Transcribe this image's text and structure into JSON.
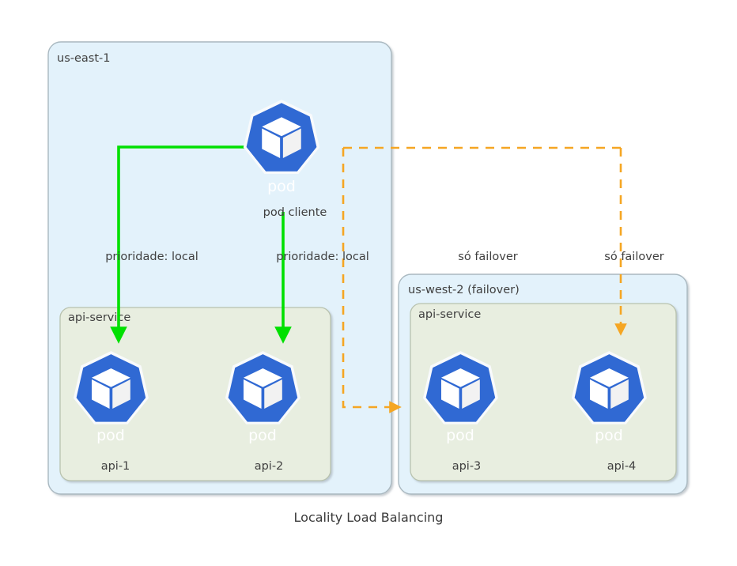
{
  "diagram": {
    "caption": "Locality Load Balancing",
    "regions": [
      {
        "id": "us-east-1",
        "label": "us-east-1",
        "services": [
          {
            "id": "api-service-east",
            "label": "api-service",
            "pods": [
              {
                "id": "api-1",
                "label": "api-1",
                "icon_text": "pod"
              },
              {
                "id": "api-2",
                "label": "api-2",
                "icon_text": "pod"
              }
            ]
          }
        ],
        "client_pod": {
          "id": "pod-cliente",
          "label": "pod cliente",
          "icon_text": "pod"
        }
      },
      {
        "id": "us-west-2",
        "label": "us-west-2 (failover)",
        "services": [
          {
            "id": "api-service-west",
            "label": "api-service",
            "pods": [
              {
                "id": "api-3",
                "label": "api-3",
                "icon_text": "pod"
              },
              {
                "id": "api-4",
                "label": "api-4",
                "icon_text": "pod"
              }
            ]
          }
        ]
      }
    ],
    "edges": [
      {
        "id": "edge-local-api1",
        "label": "prioridade: local",
        "style": "solid",
        "color": "#00e000",
        "from": "pod-cliente",
        "to": "api-1"
      },
      {
        "id": "edge-local-api2",
        "label": "prioridade: local",
        "style": "solid",
        "color": "#00e000",
        "from": "pod-cliente",
        "to": "api-2"
      },
      {
        "id": "edge-failover-api3",
        "label": "só failover",
        "style": "dashed",
        "color": "#f5a623",
        "from": "pod-cliente",
        "to": "api-3"
      },
      {
        "id": "edge-failover-api4",
        "label": "só failover",
        "style": "dashed",
        "color": "#f5a623",
        "from": "pod-cliente",
        "to": "api-4"
      }
    ],
    "colors": {
      "region_fill": "#e3f2fb",
      "region_stroke": "#a9b8c0",
      "service_fill": "#e8eee0",
      "service_stroke": "#b8c2ae",
      "pod_blue": "#3069d3",
      "pod_halo": "#f7f9fb",
      "local_edge": "#00e000",
      "failover_edge": "#f5a623",
      "text": "#404040",
      "background": "#ffffff"
    }
  }
}
